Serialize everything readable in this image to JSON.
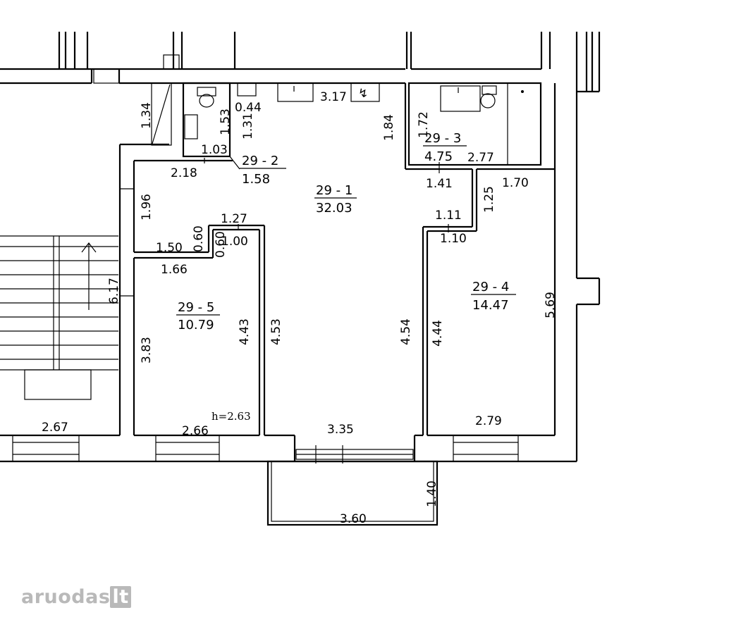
{
  "rooms": {
    "r1": {
      "name": "29 - 1",
      "area": "32.03"
    },
    "r2": {
      "name": "29 - 2",
      "area": "1.58"
    },
    "r3": {
      "name": "29 - 3",
      "area": "4.75"
    },
    "r4": {
      "name": "29 - 4",
      "area": "14.47"
    },
    "r5": {
      "name": "29 - 5",
      "area": "10.79"
    }
  },
  "dims": {
    "d134": "1.34",
    "d153": "1.53",
    "d044": "0.44",
    "d131": "1.31",
    "d317": "3.17",
    "d184": "1.84",
    "d172": "1.72",
    "d277": "2.77",
    "d103": "1.03",
    "d218": "2.18",
    "d141": "1.41",
    "d170": "1.70",
    "d125": "1.25",
    "d196": "1.96",
    "d127": "1.27",
    "d111": "1.11",
    "d110": "1.10",
    "d060a": "0.60",
    "d060b": "0.60",
    "d100": "1.00",
    "d150": "1.50",
    "d166": "1.66",
    "d617": "6.17",
    "d569": "5.69",
    "d383": "3.83",
    "d443": "4.43",
    "d453": "4.53",
    "d454": "4.54",
    "d444": "4.44",
    "d267": "2.67",
    "d266": "2.66",
    "d335": "3.35",
    "d279": "2.79",
    "d140": "1.40",
    "d360": "3.60"
  },
  "height_label": "h=2.63",
  "logo": {
    "text": "aruodas",
    "suffix": "lt"
  }
}
